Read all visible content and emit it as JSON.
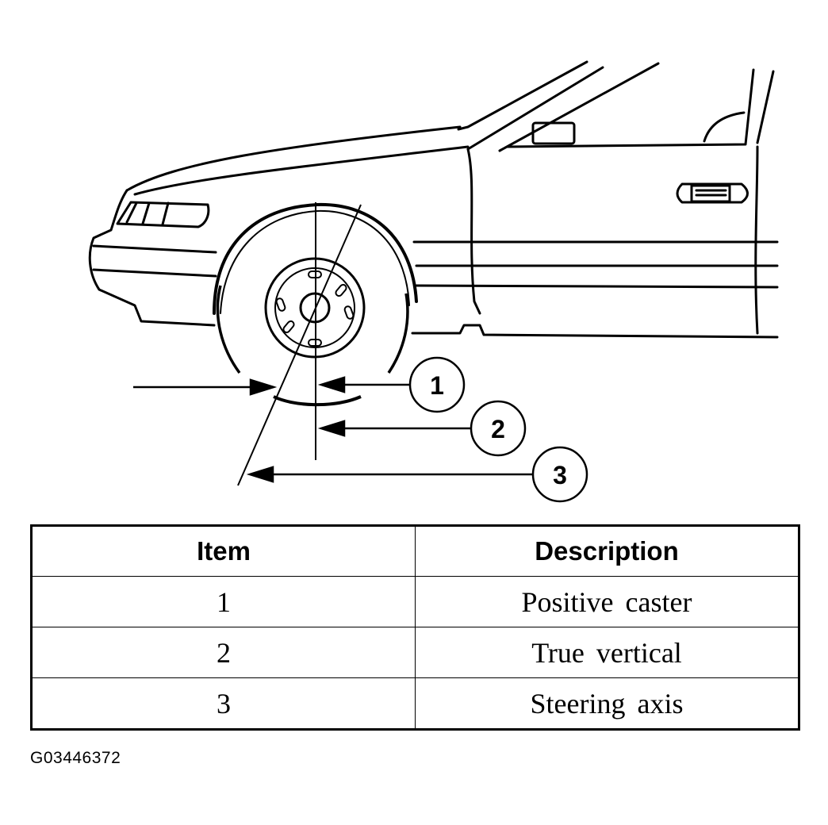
{
  "callouts": [
    {
      "number": "1"
    },
    {
      "number": "2"
    },
    {
      "number": "3"
    }
  ],
  "legend": {
    "headers": {
      "item": "Item",
      "description": "Description"
    },
    "rows": [
      {
        "item": "1",
        "description": "Positive caster"
      },
      {
        "item": "2",
        "description": "True vertical"
      },
      {
        "item": "3",
        "description": "Steering axis"
      }
    ]
  },
  "figure_id": "G03446372"
}
